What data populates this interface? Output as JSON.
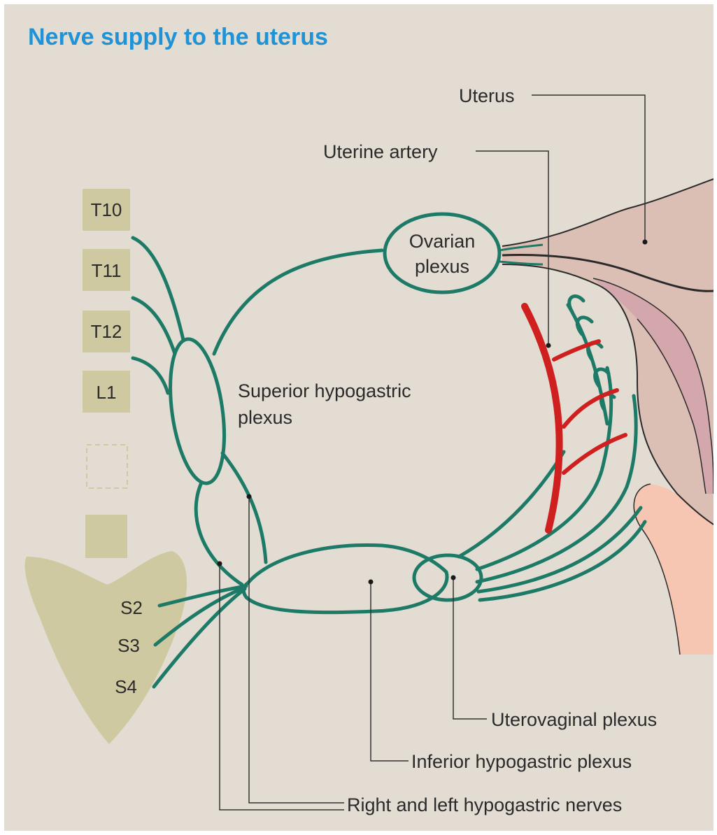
{
  "title": "Nerve supply to the uterus",
  "colors": {
    "title": "#1f93d6",
    "background": "#e2dcd2",
    "nerve": "#1c7a66",
    "artery": "#cf1f1f",
    "vertebra": "#cfc9a1",
    "uterus_fill": "#dcbfb4",
    "uterus_inner": "#d4a7ad",
    "tissue": "#f7c6b2",
    "leader": "#333333"
  },
  "vertebrae": [
    "T10",
    "T11",
    "T12",
    "L1"
  ],
  "sacral": [
    "S2",
    "S3",
    "S4"
  ],
  "labels": {
    "uterus": "Uterus",
    "uterine_artery": "Uterine artery",
    "ovarian_plexus_line1": "Ovarian",
    "ovarian_plexus_line2": "plexus",
    "superior_line1": "Superior hypogastric",
    "superior_line2": "plexus",
    "uterovaginal": "Uterovaginal plexus",
    "inferior": "Inferior hypogastric plexus",
    "hypogastric_nerves": "Right and left hypogastric nerves"
  }
}
